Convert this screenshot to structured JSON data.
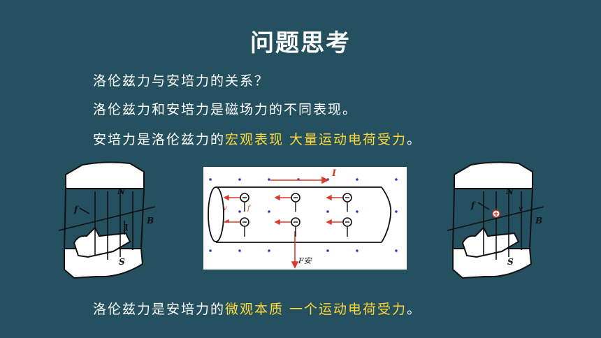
{
  "slide": {
    "title": "问题思考",
    "question": "洛伦兹力与安培力的关系？",
    "statement": "洛伦兹力和安培力是磁场力的不同表现。",
    "macro": {
      "prefix": "安培力是洛伦兹力的",
      "highlight": "宏观表现 大量运动电荷受力",
      "suffix": "。"
    },
    "micro": {
      "prefix": "洛伦兹力是安培力的",
      "highlight": "微观本质 一个运动电荷受力",
      "suffix": "。"
    }
  },
  "left_diagram": {
    "pole_north": "N",
    "pole_south": "S",
    "field_label": "B",
    "force_label": "f",
    "current_label": "I"
  },
  "center_diagram": {
    "current_label": "I",
    "ampere_force_label": "F安",
    "velocity_label": "v",
    "force_label": "f"
  },
  "right_diagram": {
    "pole_north": "N",
    "pole_south": "S",
    "field_label": "B",
    "force_label": "f",
    "velocity_label": "v"
  },
  "colors": {
    "background": "#24505f",
    "highlight": "#ffd83a",
    "arrow_red": "#d93a2b",
    "dot_blue": "#1f3fd1"
  }
}
